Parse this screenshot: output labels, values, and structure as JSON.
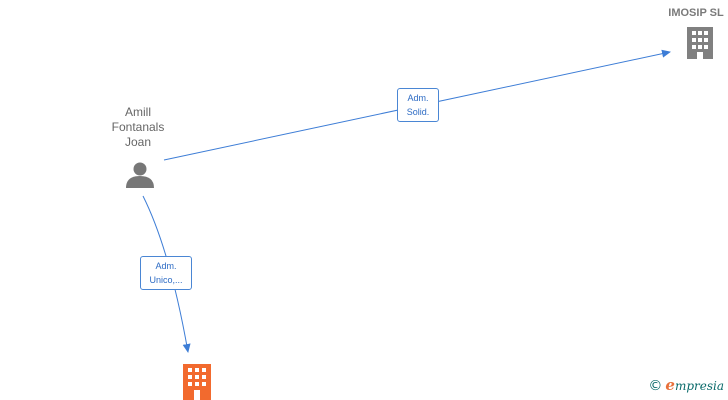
{
  "nodes": {
    "person": {
      "label_lines": [
        "Amill",
        "Fontanals",
        "Joan"
      ],
      "icon": "person-icon",
      "color": "#777777"
    },
    "company_top": {
      "label": "IMOSIP SL",
      "icon": "building-icon",
      "color": "#808080"
    },
    "company_bottom": {
      "label": "",
      "icon": "building-icon",
      "color": "#f26a2e"
    }
  },
  "edges": [
    {
      "from": "person",
      "to": "company_top",
      "label_lines": [
        "Adm.",
        "Solid."
      ]
    },
    {
      "from": "person",
      "to": "company_bottom",
      "label_lines": [
        "Adm.",
        "Unico,..."
      ]
    }
  ],
  "colors": {
    "edge": "#3d7dd6",
    "edge_label_border": "#4a86d4",
    "edge_label_text": "#2d6bc4"
  },
  "brand": {
    "copyright_symbol": "©",
    "initial": "e",
    "rest": "mpresia"
  }
}
